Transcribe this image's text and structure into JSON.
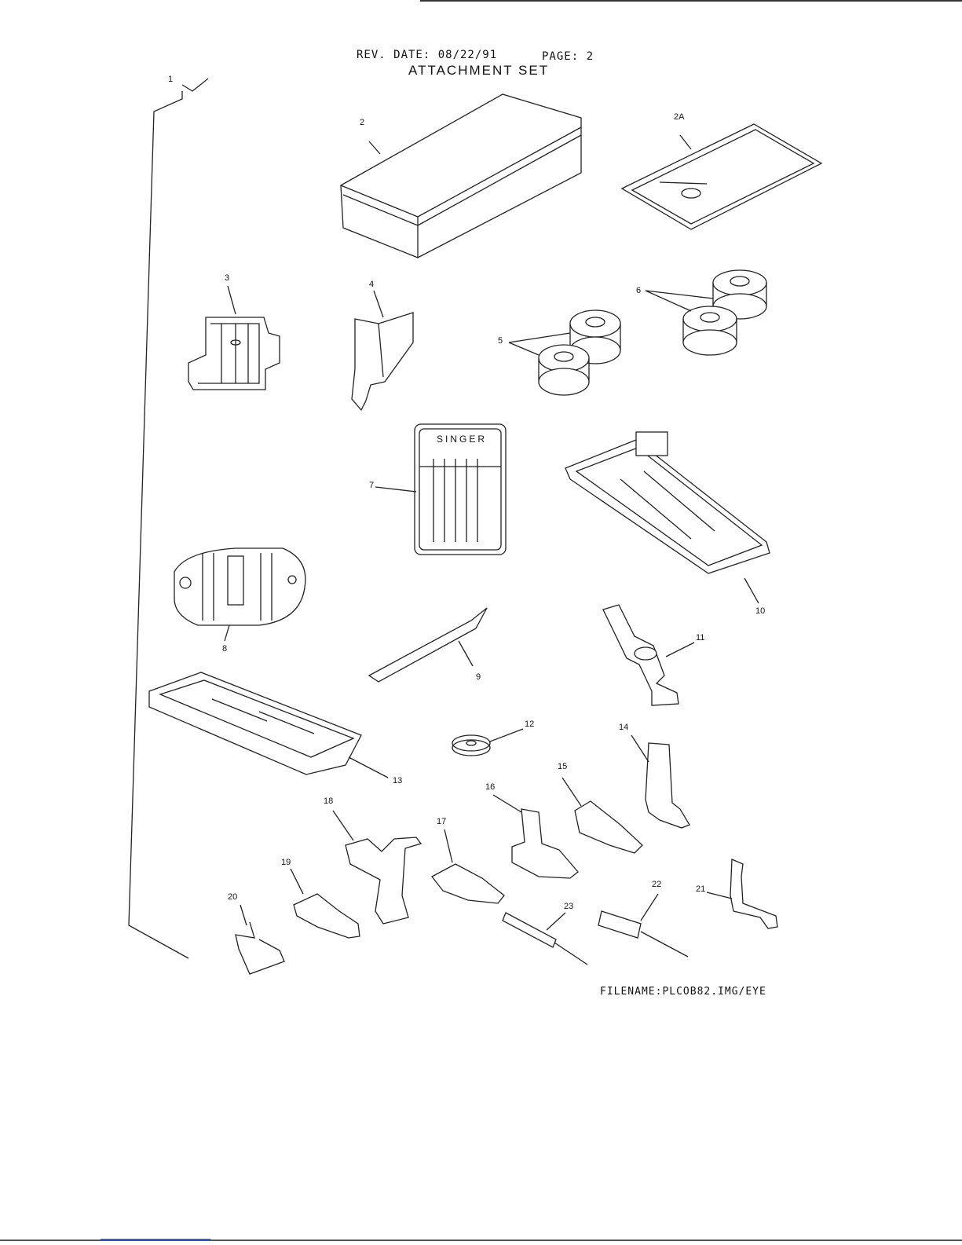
{
  "header": {
    "rev_date": "REV. DATE: 08/22/91",
    "page": "PAGE: 2",
    "title": "ATTACHMENT SET"
  },
  "callouts": [
    "1",
    "2",
    "2A",
    "3",
    "4",
    "5",
    "6",
    "7",
    "8",
    "9",
    "10",
    "11",
    "12",
    "13",
    "14",
    "15",
    "16",
    "17",
    "18",
    "19",
    "20",
    "21",
    "22",
    "23"
  ],
  "needle_pack_brand": "SINGER",
  "footer": {
    "filename": "FILENAME:PLCOB82.IMG/EYE"
  }
}
